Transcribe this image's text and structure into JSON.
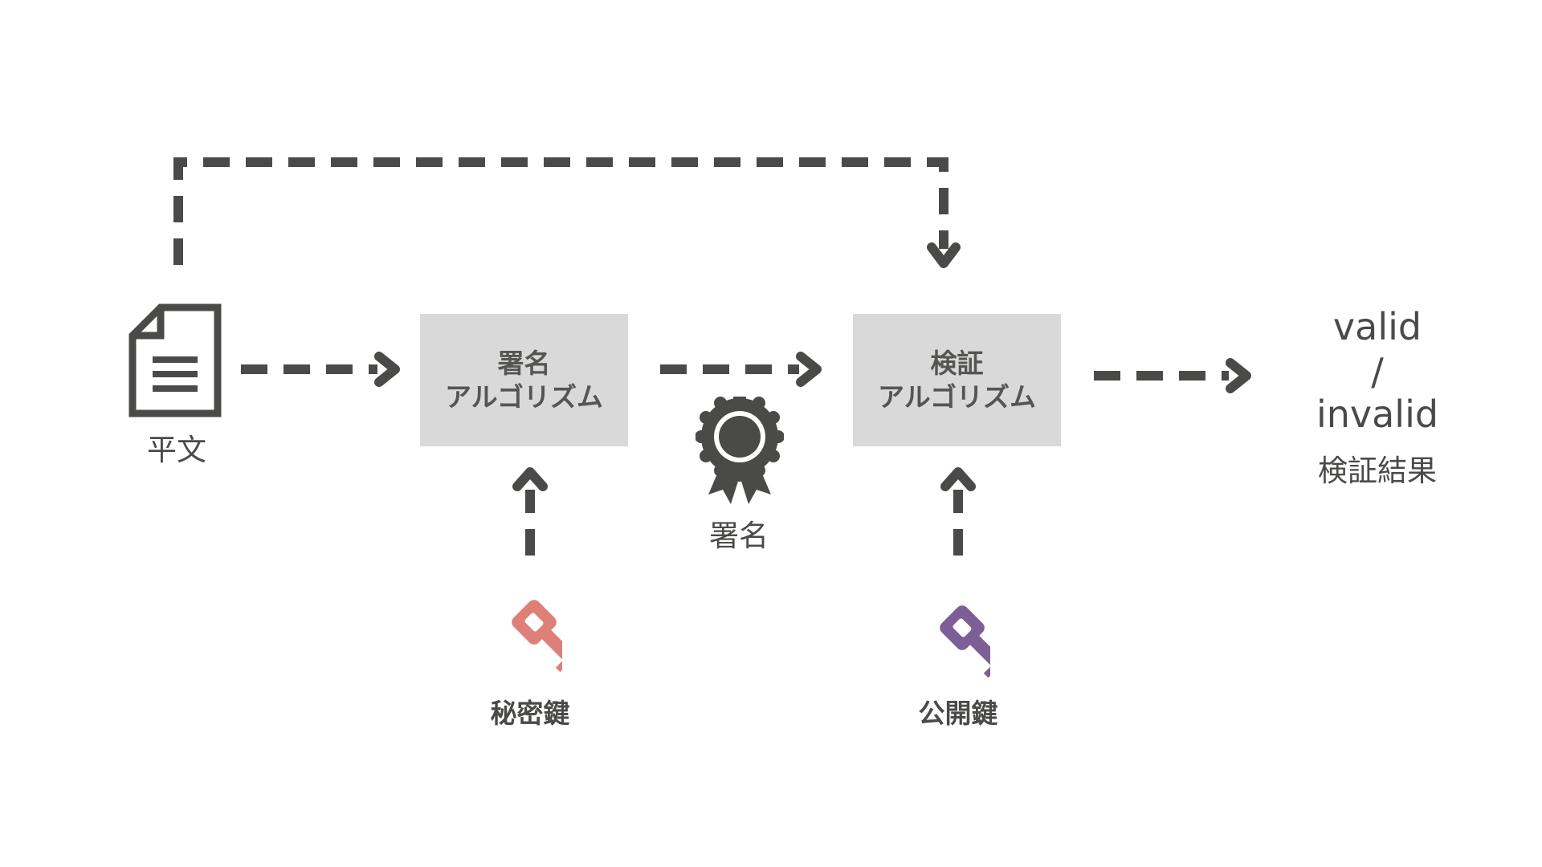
{
  "colors": {
    "stroke": "#4a4a48",
    "box_fill": "#d9d9d9",
    "private_key": "#de8077",
    "public_key": "#7d5f98"
  },
  "nodes": {
    "plaintext": {
      "label": "平文",
      "icon": "document-icon"
    },
    "signing_algorithm": {
      "line1": "署名",
      "line2": "アルゴリズム"
    },
    "signature": {
      "label": "署名",
      "icon": "award-ribbon-icon"
    },
    "verification_algorithm": {
      "line1": "検証",
      "line2": "アルゴリズム"
    },
    "private_key": {
      "label": "秘密鍵",
      "icon": "key-icon"
    },
    "public_key": {
      "label": "公開鍵",
      "icon": "key-icon"
    },
    "result": {
      "line1": "valid",
      "line2": "/",
      "line3": "invalid",
      "caption": "検証結果"
    }
  }
}
